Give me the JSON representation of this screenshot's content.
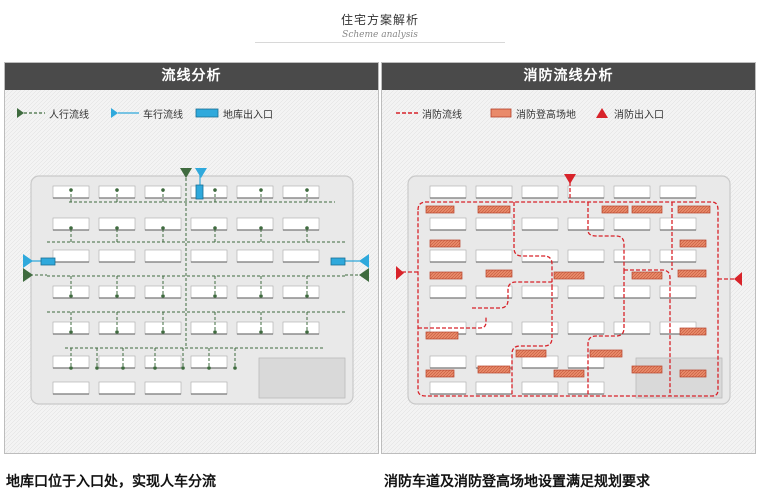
{
  "header": {
    "title": "住宅方案解析",
    "subtitle": "Scheme analysis"
  },
  "left_panel": {
    "title": "流线分析",
    "legend": {
      "pedestrian": "人行流线",
      "vehicle": "车行流线",
      "garage": "地库出入口"
    },
    "caption": "地库口位于入口处，实现人车分流"
  },
  "right_panel": {
    "title": "消防流线分析",
    "legend": {
      "fire_route": "消防流线",
      "fire_platform": "消防登高场地",
      "fire_entrance": "消防出入口"
    },
    "caption": "消防车道及消防登高场地设置满足规划要求"
  },
  "colors": {
    "header_bg": "#4a4a4a",
    "pedestrian_green": "#3f6b3f",
    "vehicle_blue": "#2fa9dc",
    "fire_red": "#d8232a",
    "platform_orange": "#e98a6a"
  }
}
